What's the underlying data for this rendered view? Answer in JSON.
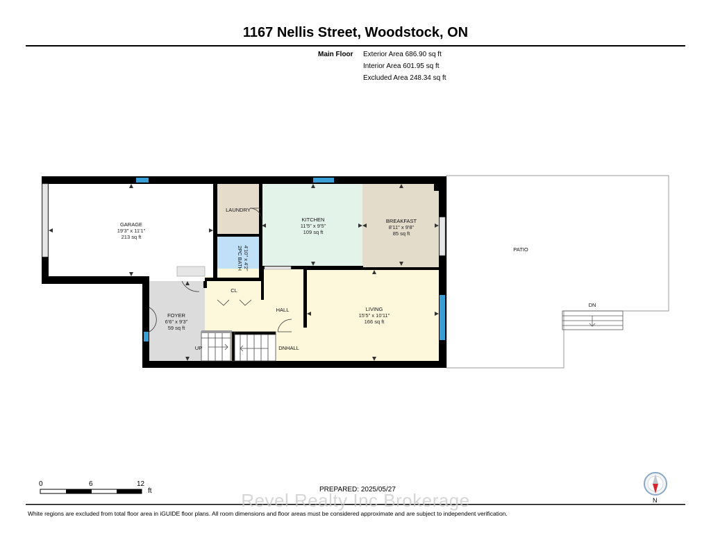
{
  "title": "1167 Nellis Street, Woodstock, ON",
  "floor": {
    "label": "Main Floor",
    "exterior_area": "Exterior Area 686.90 sq ft",
    "interior_area": "Interior Area 601.95 sq ft",
    "excluded_area": "Excluded Area 248.34 sq ft"
  },
  "rooms": {
    "garage": {
      "name": "GARAGE",
      "dims": "19'3\" x 11'1\"",
      "area": "213 sq ft"
    },
    "laundry": {
      "name": "LAUNDRY"
    },
    "kitchen": {
      "name": "KITCHEN",
      "dims": "11'5\" x 9'5\"",
      "area": "109 sq ft"
    },
    "breakfast": {
      "name": "BREAKFAST",
      "dims": "8'11\" x 9'8\"",
      "area": "85 sq ft"
    },
    "bath": {
      "name": "2PC BATH",
      "dims": "4'10\" x 4'2\""
    },
    "closet": {
      "name": "CL"
    },
    "hall": {
      "name": "HALL"
    },
    "living": {
      "name": "LIVING",
      "dims": "15'5\" x 10'11\"",
      "area": "166 sq ft"
    },
    "foyer": {
      "name": "FOYER",
      "dims": "6'6\" x 9'3\"",
      "area": "59 sq ft"
    },
    "dnhall": {
      "name": "DNHALL"
    },
    "patio": {
      "name": "PATIO"
    }
  },
  "stairs": {
    "up": "UP",
    "dn": "DN"
  },
  "scale": {
    "marks": [
      "0",
      "6",
      "12"
    ],
    "unit": "ft"
  },
  "prepared": "PREPARED: 2025/05/27",
  "watermark": "Revel Realty Inc Brokerage",
  "footer": "White regions are excluded from total floor area in iGUIDE floor plans. All room dimensions and floor areas must be considered approximate and are subject to independent verification.",
  "north": "N",
  "colors": {
    "wall": "#000000",
    "laundry": "#e8dccb",
    "kitchen": "#e3f3ea",
    "breakfast": "#e4dccb",
    "bath": "#bfe0f6",
    "hall": "#fdf8dc",
    "foyer": "#dcdcdc",
    "window": "#3a9ed6"
  }
}
